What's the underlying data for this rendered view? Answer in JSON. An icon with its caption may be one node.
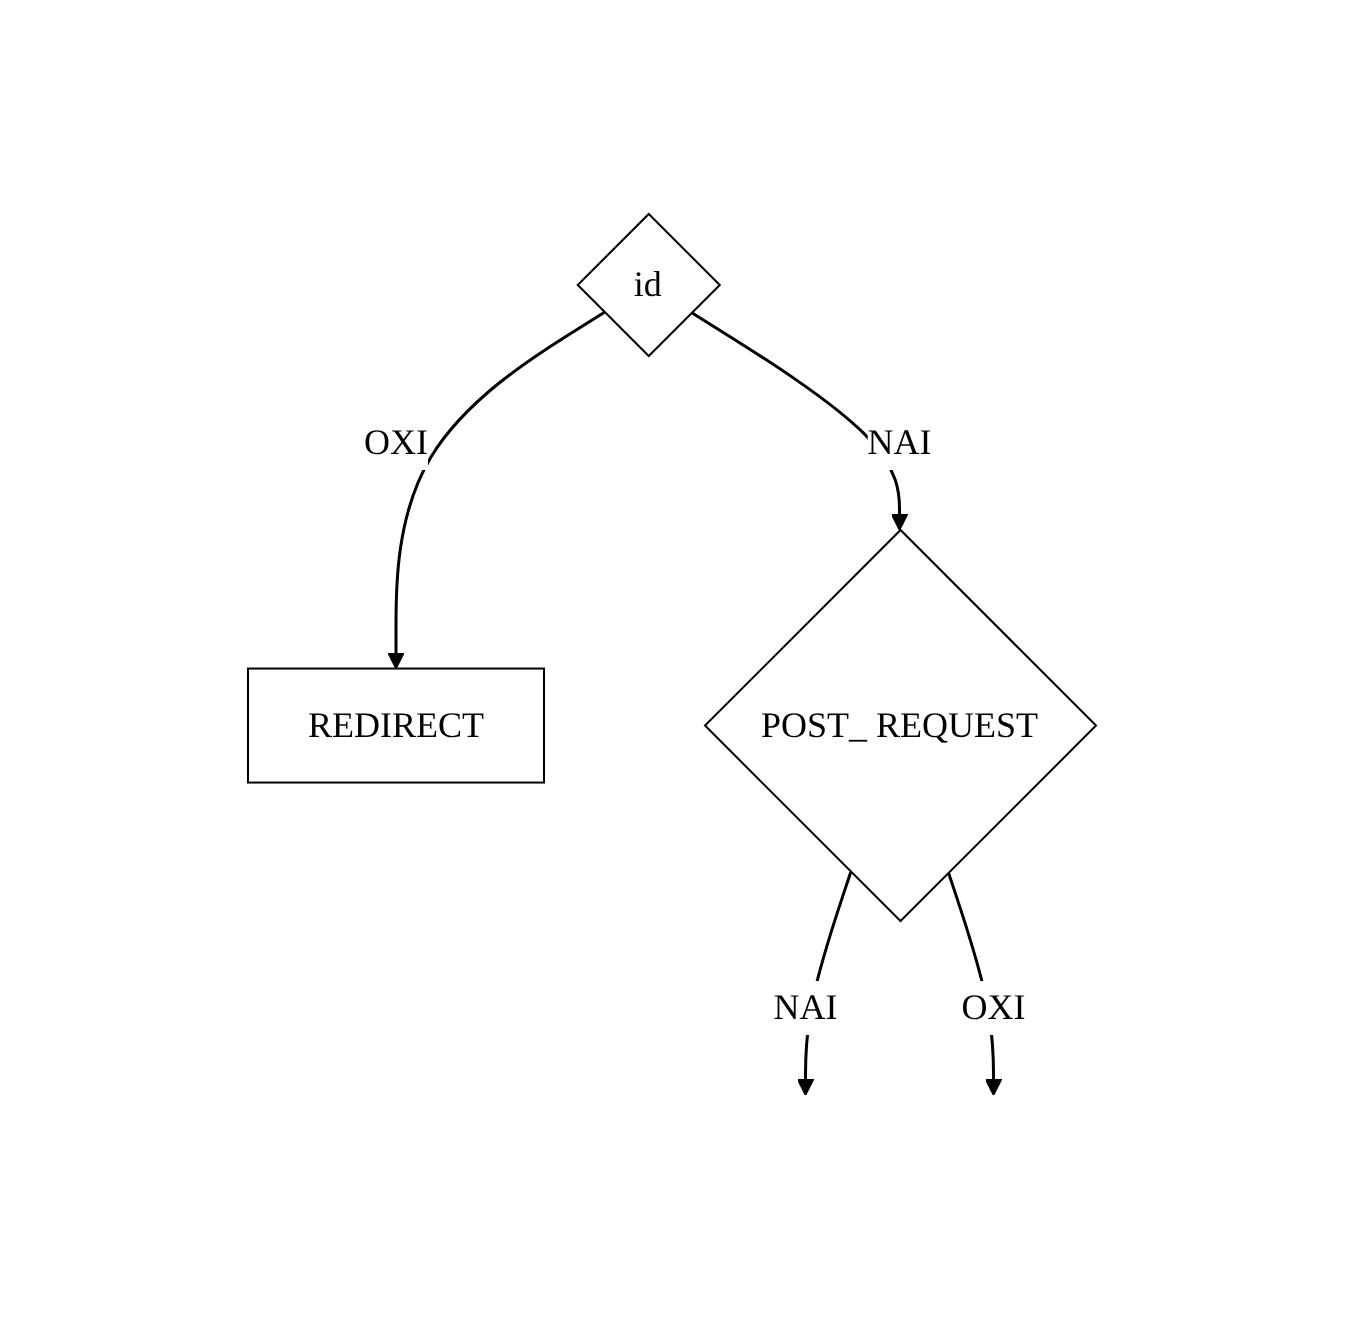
{
  "diagram": {
    "nodes": [
      {
        "text": [
          "id"
        ]
      },
      {
        "text": [
          "REDIRECT"
        ]
      },
      {
        "text": [
          "POST_ REQUEST"
        ]
      }
    ],
    "edges": [
      {
        "from": 0,
        "to": 1,
        "arrow": "to",
        "label": "OXI"
      },
      {
        "from": 0,
        "to": 2,
        "arrow": "to",
        "label": "NAI"
      },
      {
        "from": 2,
        "to": null,
        "arrow": "to",
        "label": "NAI"
      },
      {
        "from": 2,
        "to": null,
        "arrow": "to",
        "label": "OXI"
      }
    ]
  }
}
